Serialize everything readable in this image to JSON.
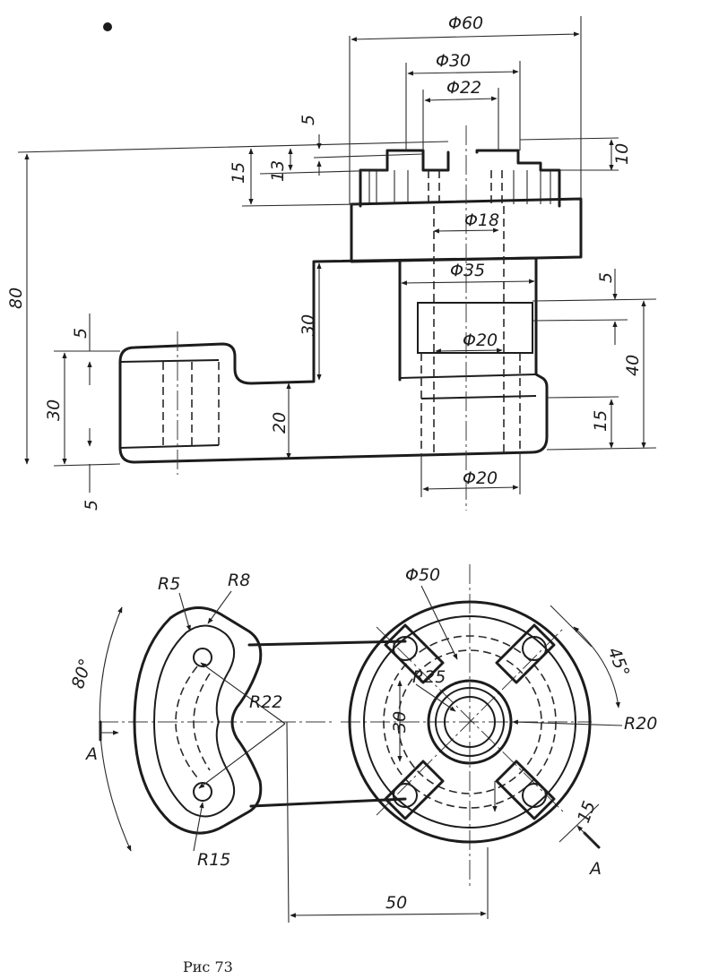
{
  "front_view": {
    "dims": {
      "d60": "Φ60",
      "d30": "Φ30",
      "d22": "Φ22",
      "d18": "Φ18",
      "d35": "Φ35",
      "d20_inner": "Φ20",
      "d20_bottom": "Φ20",
      "h5_top": "5",
      "h15": "15",
      "h13": "13",
      "h10": "10",
      "h80": "80",
      "h30_left": "30",
      "h5_left_top": "5",
      "h5_left_bottom": "5",
      "h30_mid": "30",
      "h20": "20",
      "h5_right": "5",
      "h40": "40",
      "h15_right": "15"
    }
  },
  "top_view": {
    "dims": {
      "r5": "R5",
      "r8": "R8",
      "d50": "Φ50",
      "ang80": "80°",
      "ang45": "45°",
      "r22": "R22",
      "r25": "R25",
      "r20": "R20",
      "r15": "R15",
      "v30": "30",
      "v15": "15",
      "l50": "50",
      "sec_a_left": "A",
      "sec_a_right": "A"
    }
  },
  "caption": "Рис 73"
}
